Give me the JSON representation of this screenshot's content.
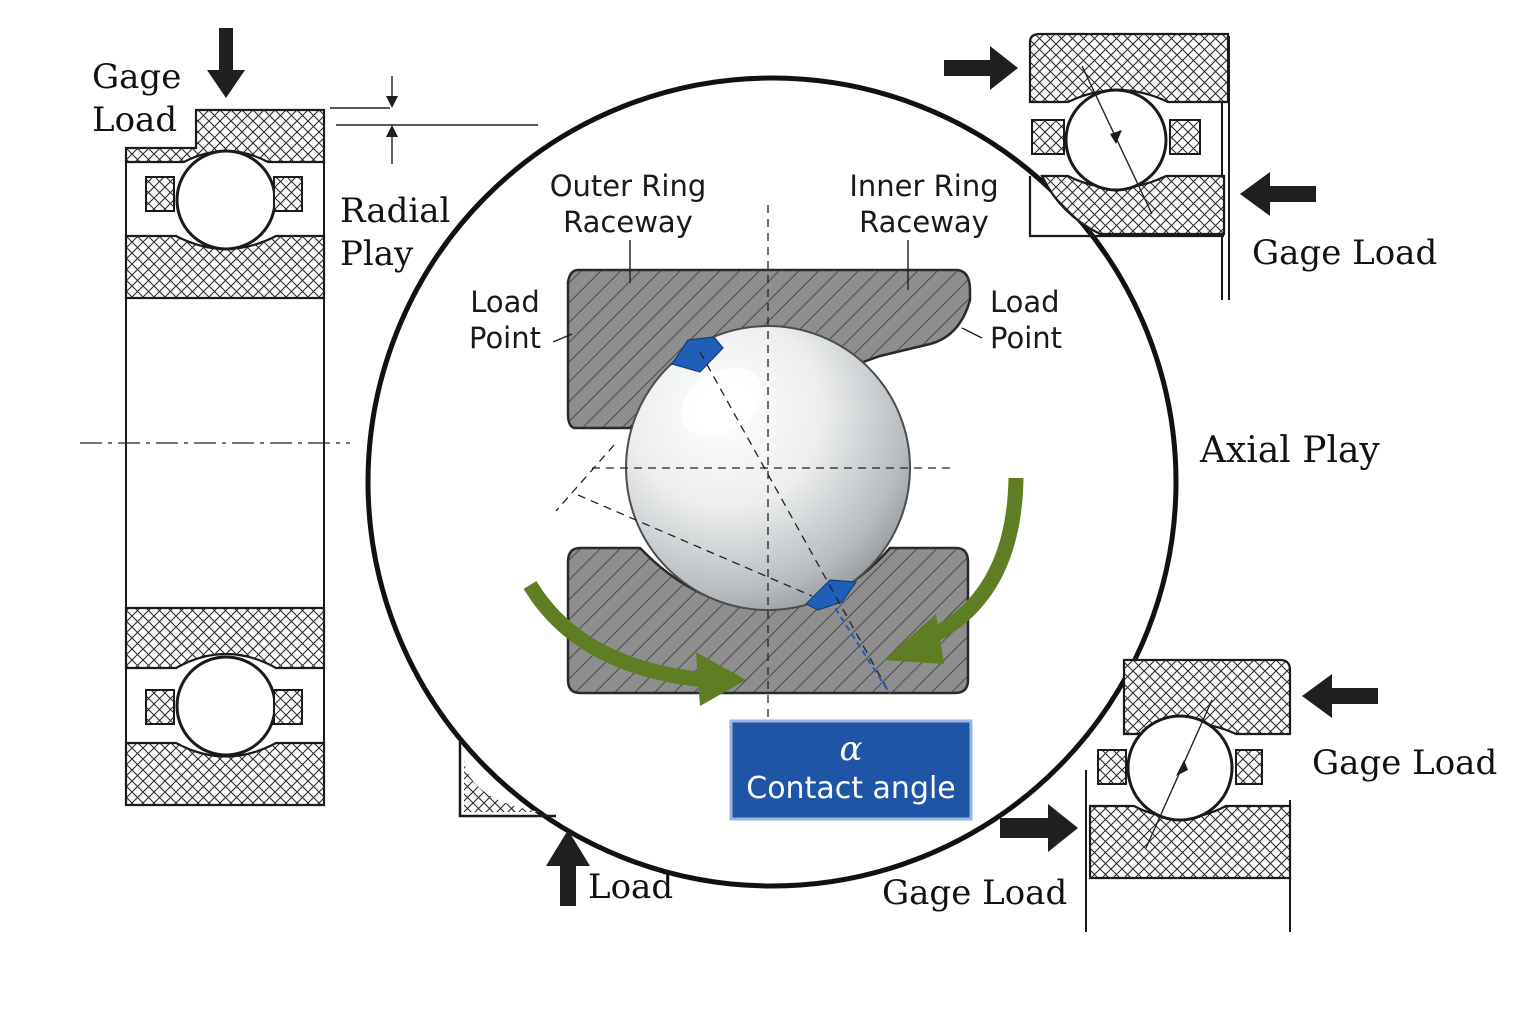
{
  "labels": {
    "gage_load_left_line1": "Gage",
    "gage_load_left_line2": "Load",
    "radial_play_line1": "Radial",
    "radial_play_line2": "Play",
    "outer_ring_raceway_line1": "Outer Ring",
    "outer_ring_raceway_line2": "Raceway",
    "inner_ring_raceway_line1": "Inner Ring",
    "inner_ring_raceway_line2": "Raceway",
    "load_point_left_line1": "Load",
    "load_point_left_line2": "Point",
    "load_point_right_line1": "Load",
    "load_point_right_line2": "Point",
    "axial_play": "Axial Play",
    "gage_load_top_right": "Gage Load",
    "gage_load_bottom_right": "Gage Load",
    "gage_load_bottom_center": "Gage Load",
    "load_bottom": "Load",
    "alpha_symbol": "α",
    "contact_angle": "Contact angle"
  },
  "colors": {
    "contact_box": "#1f55a6",
    "contact_patch": "#1f5fb8",
    "rotation_arrow": "#5f7d22",
    "ring_section": "#8e8e8e",
    "outline": "#1a1a1a"
  }
}
